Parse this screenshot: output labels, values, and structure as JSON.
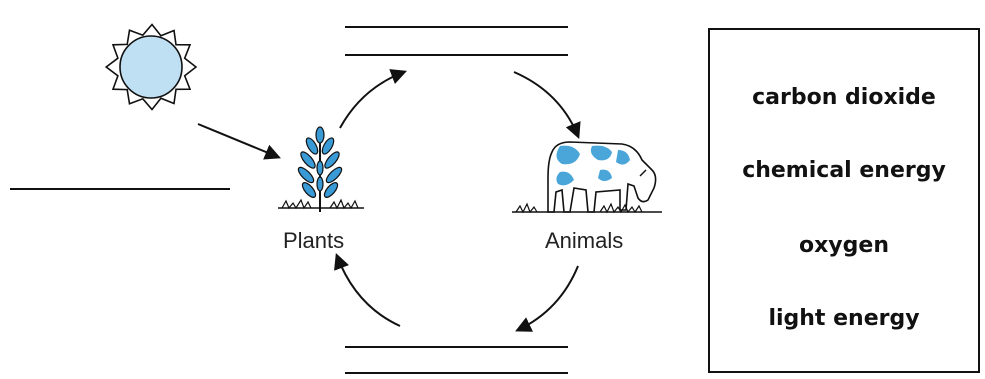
{
  "labels": {
    "plants": "Plants",
    "animals": "Animals"
  },
  "word_bank": [
    "carbon dioxide",
    "chemical energy",
    "oxygen",
    "light energy"
  ],
  "colors": {
    "sun_fill": "#bfe0f3",
    "animal_spots": "#4aa6d9",
    "plant_leaves": "#3a9ad6",
    "ink": "#111111"
  },
  "icons": [
    "sun-icon",
    "plant-icon",
    "cow-icon"
  ]
}
